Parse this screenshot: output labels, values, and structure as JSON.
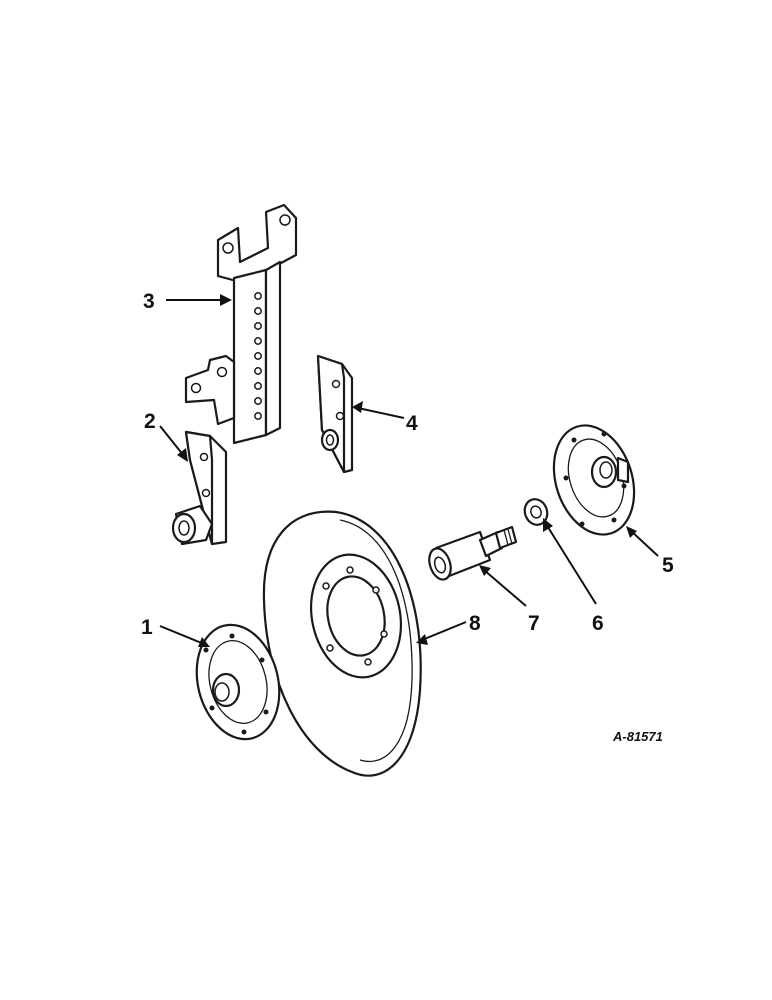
{
  "diagram": {
    "parts": [
      {
        "number": "1",
        "name": "hub-cap"
      },
      {
        "number": "2",
        "name": "left-bracket"
      },
      {
        "number": "3",
        "name": "standard"
      },
      {
        "number": "4",
        "name": "right-bracket"
      },
      {
        "number": "5",
        "name": "bearing-flange"
      },
      {
        "number": "6",
        "name": "washer"
      },
      {
        "number": "7",
        "name": "spindle"
      },
      {
        "number": "8",
        "name": "disc-blade"
      }
    ],
    "drawing_code": "A-81571"
  }
}
